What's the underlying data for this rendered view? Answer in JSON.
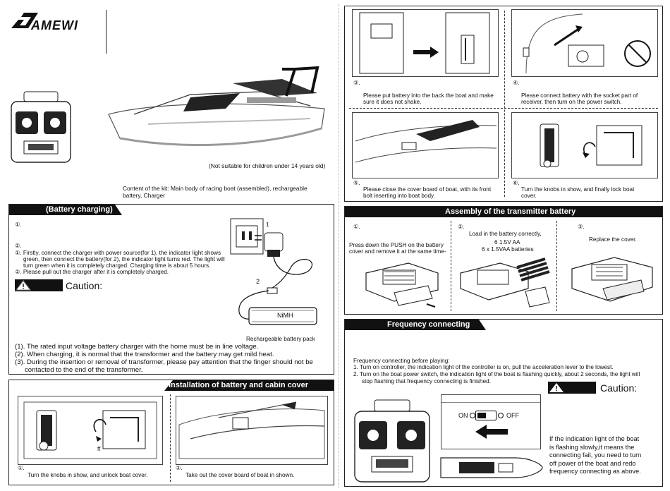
{
  "brand": {
    "logo_text": "AMEWI"
  },
  "intro": {
    "age_warning": "(Not suitable for children under 14 years old)",
    "kit_content": "Content of the kit: Main body of racing boat (assembled), rechargeable battery, Charger"
  },
  "battery_charging": {
    "title": "(Battery charging)",
    "step1_num": "①.",
    "step2_num": "②.",
    "line1": "①. Firstly, connect the charger with power source(for 1), the indicator light shows",
    "line2": "green, then connect the battery(for 2), the indicator light turns red. The light will",
    "line3": "turn green when it is completely charged. Charging time is about 5 hours.",
    "line4": "②. Please pull out the charger after it is completely charged.",
    "caution": "Caution:",
    "label_1": "1",
    "label_2": "2",
    "nimh": "NiMH",
    "pack_label": "Rechargeable battery pack",
    "notes": [
      "(1). The rated input voltage battery charger with the home must be in line voltage.",
      "(2). When charging, it is normal that the transformer and the battery may get mild heat.",
      "(3). During the insertion or removal of transformer, please pay attention that the finger should not be",
      "contacted to the end of the transformer."
    ]
  },
  "cabin_cover": {
    "title": "Installation of battery and cabin cover",
    "step1_num": "①.",
    "step1_text": "Turn the knobs in show, and unlock boat cover.",
    "step2_num": "②.",
    "step2_text": "Take out the cover board of boat in shown.",
    "ff_label": "ff"
  },
  "top_right": {
    "step3_num": "③.",
    "step3_line1": "Please put battery into the back the boat and make",
    "step3_line2": "sure it does not shake.",
    "step4_num": "④.",
    "step4_line1": "Please connect battery with the socket part of",
    "step4_line2": "receiver, then turn on the power switch.",
    "step5_num": "⑤.",
    "step5_line1": "Please close the cover board of boat, with its front",
    "step5_line2": "bolt inserting into boat body.",
    "step6_num": "⑥.",
    "step6_line1": "Turn the knobs in show, and finally lock boat",
    "step6_line2": "cover."
  },
  "transmitter": {
    "title": "Assembly of the transmitter battery",
    "s1_num": "①.",
    "s1_line1": "Press down the PUSH on the battery",
    "s1_line2": "cover and remove it at the same time-",
    "s2_num": "②.",
    "s2_line1": "Load in the battery correctly,",
    "s2_line2": "6    1.5V AA",
    "s2_line3": "6 x 1.5VAA batteries",
    "s3_num": "③.",
    "s3_line1": "Replace the cover."
  },
  "frequency": {
    "title": "Frequency connecting",
    "intro": "Frequency connecting before playing:",
    "line1": "1. Turn on controller, the indication light of the controller is on, pull the acceleration lever to the lowest.",
    "line2": "2. Turn on the boat power switch, the indication light of the boat is flashing quickly, about 2 seconds, the light will",
    "line3": "stop flashing that frequency connecting is finished.",
    "caution": "Caution:",
    "on": "ON",
    "off": "OFF",
    "note_lines": [
      "If the indication light of the boat",
      "is flashing slowly,it means the",
      "connecting fail, you need to turn",
      "off power of the boat and redo",
      "frequency connecting as above."
    ]
  }
}
